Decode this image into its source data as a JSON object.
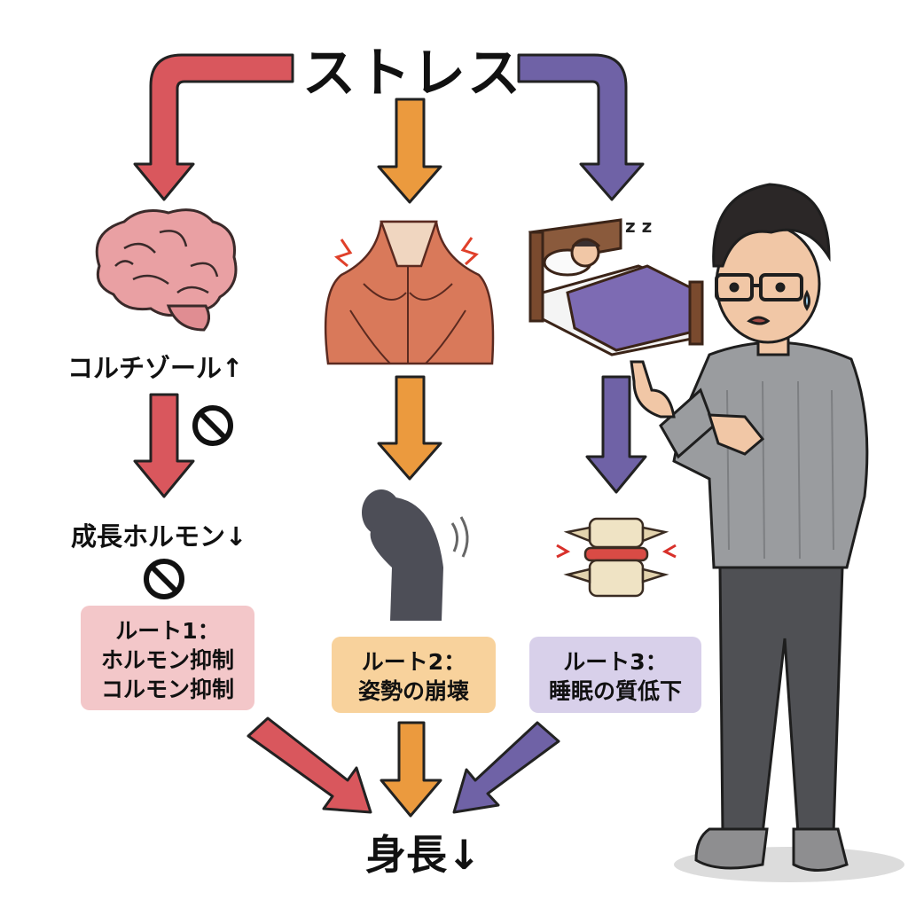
{
  "title": "ストレス",
  "route1": {
    "step1": "コルチゾール",
    "step1_arrow": "↑",
    "step2": "成長ホルモン",
    "step2_arrow": "↓",
    "box_line1": "ルート1：",
    "box_line2": "ホルモン抑制",
    "box_line3": "コルモン抑制"
  },
  "route2": {
    "box_line1": "ルート2：",
    "box_line2": "姿勢の崩壊"
  },
  "route3": {
    "box_line1": "ルート3：",
    "box_line2": "睡眠の質低下"
  },
  "result": {
    "label": "身長",
    "arrow": "↓"
  },
  "colors": {
    "red_arrow": "#d9575d",
    "orange_arrow": "#eb9a3e",
    "purple_arrow": "#6f62a6",
    "box1_bg": "#f3c7c9",
    "box2_bg": "#f8d29c",
    "box3_bg": "#d8d0ea"
  },
  "icons": [
    "brain-icon",
    "back-muscles-icon",
    "bed-sleeper-icon",
    "slouch-silhouette-icon",
    "spine-disc-icon",
    "no-symbol-icon",
    "worried-man-figure"
  ]
}
